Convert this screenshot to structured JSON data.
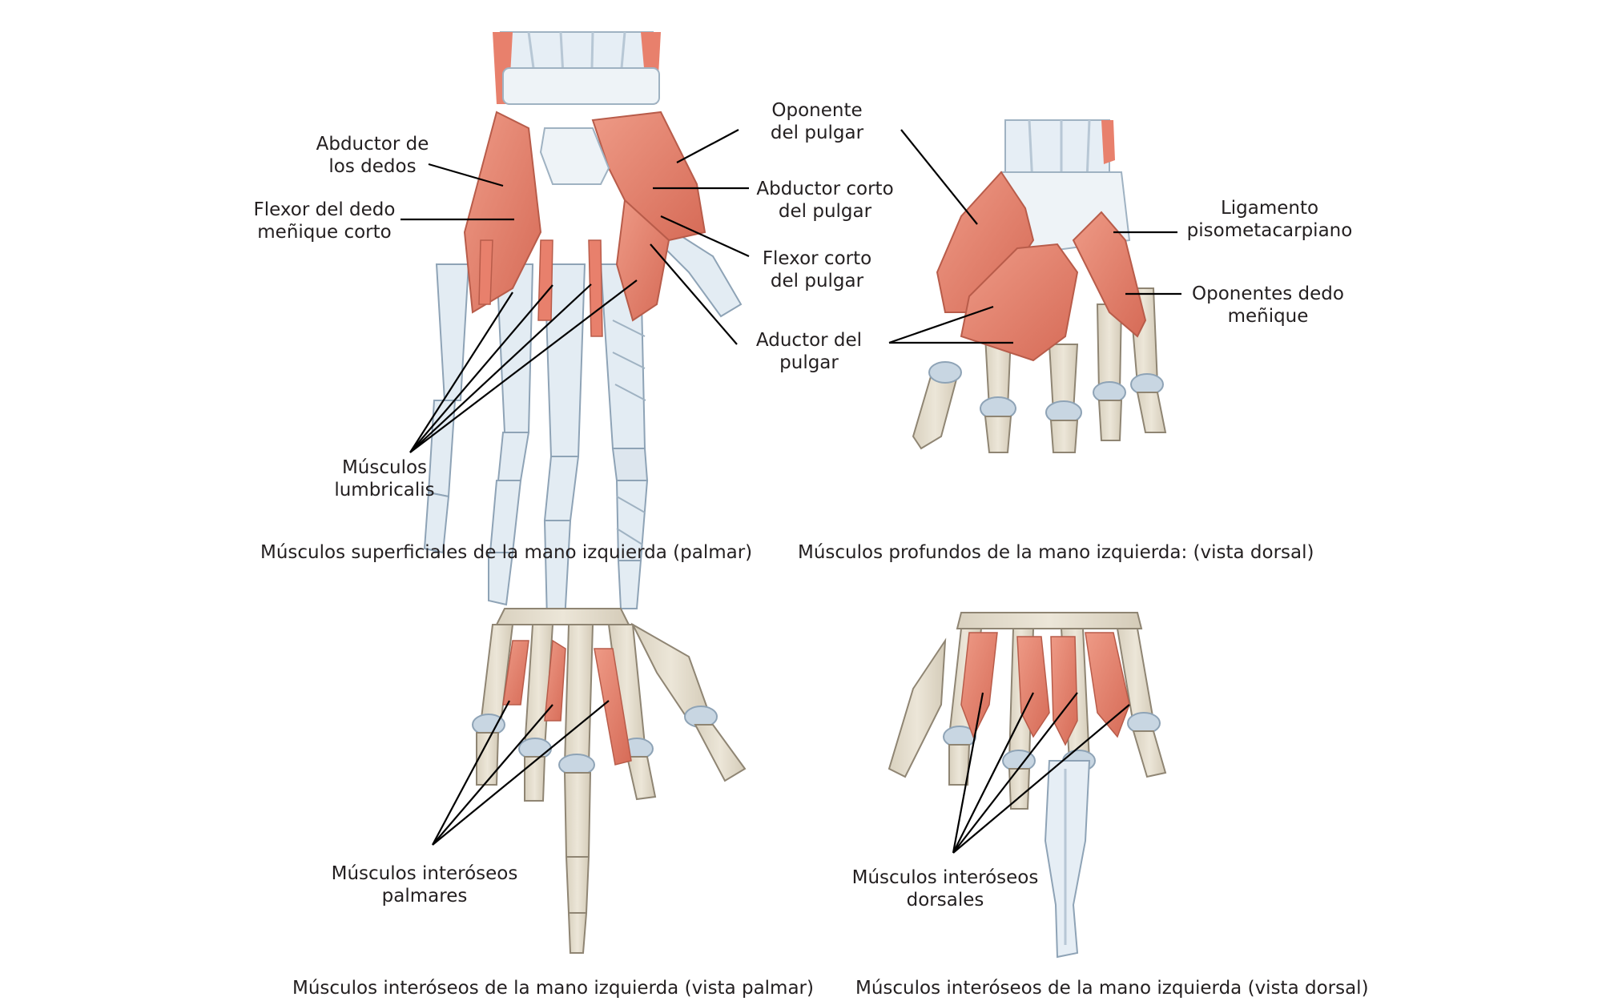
{
  "panels": {
    "top_left": {
      "caption": "Músculos superficiales de la mano izquierda (palmar)",
      "labels": {
        "abductor_dedos": [
          "Abductor de",
          "los dedos"
        ],
        "flexor_menique": [
          "Flexor del dedo",
          "meñique corto"
        ],
        "lumbricales": [
          "Músculos",
          "lumbricalis"
        ],
        "oponente_pulgar": [
          "Oponente",
          "del pulgar"
        ],
        "abductor_corto_pulgar": [
          "Abductor corto",
          "del pulgar"
        ],
        "flexor_corto_pulgar": [
          "Flexor corto",
          "del pulgar"
        ],
        "aductor_pulgar": [
          "Aductor del",
          "pulgar"
        ]
      }
    },
    "top_right": {
      "caption": "Músculos profundos de la mano izquierda: (vista dorsal)",
      "labels": {
        "ligamento": [
          "Ligamento",
          "pisometacarpiano"
        ],
        "oponentes_menique": [
          "Oponentes dedo",
          "meñique"
        ]
      }
    },
    "bottom_left": {
      "caption": "Músculos interóseos de la mano izquierda (vista palmar)",
      "labels": {
        "interoseos_palmares": [
          "Músculos interóseos",
          "palmares"
        ]
      }
    },
    "bottom_right": {
      "caption": "Músculos interóseos de la mano izquierda (vista dorsal)",
      "labels": {
        "interoseos_dorsales": [
          "Músculos interóseos",
          "dorsales"
        ]
      }
    }
  },
  "colors": {
    "muscle": "#e8806c",
    "muscle_dark": "#c95f4c",
    "bone": "#e3dccd",
    "bone_outline": "#8f8573",
    "tendon": "#e6eef5",
    "cartilage": "#c8d6e2",
    "leader_line": "#000000"
  }
}
